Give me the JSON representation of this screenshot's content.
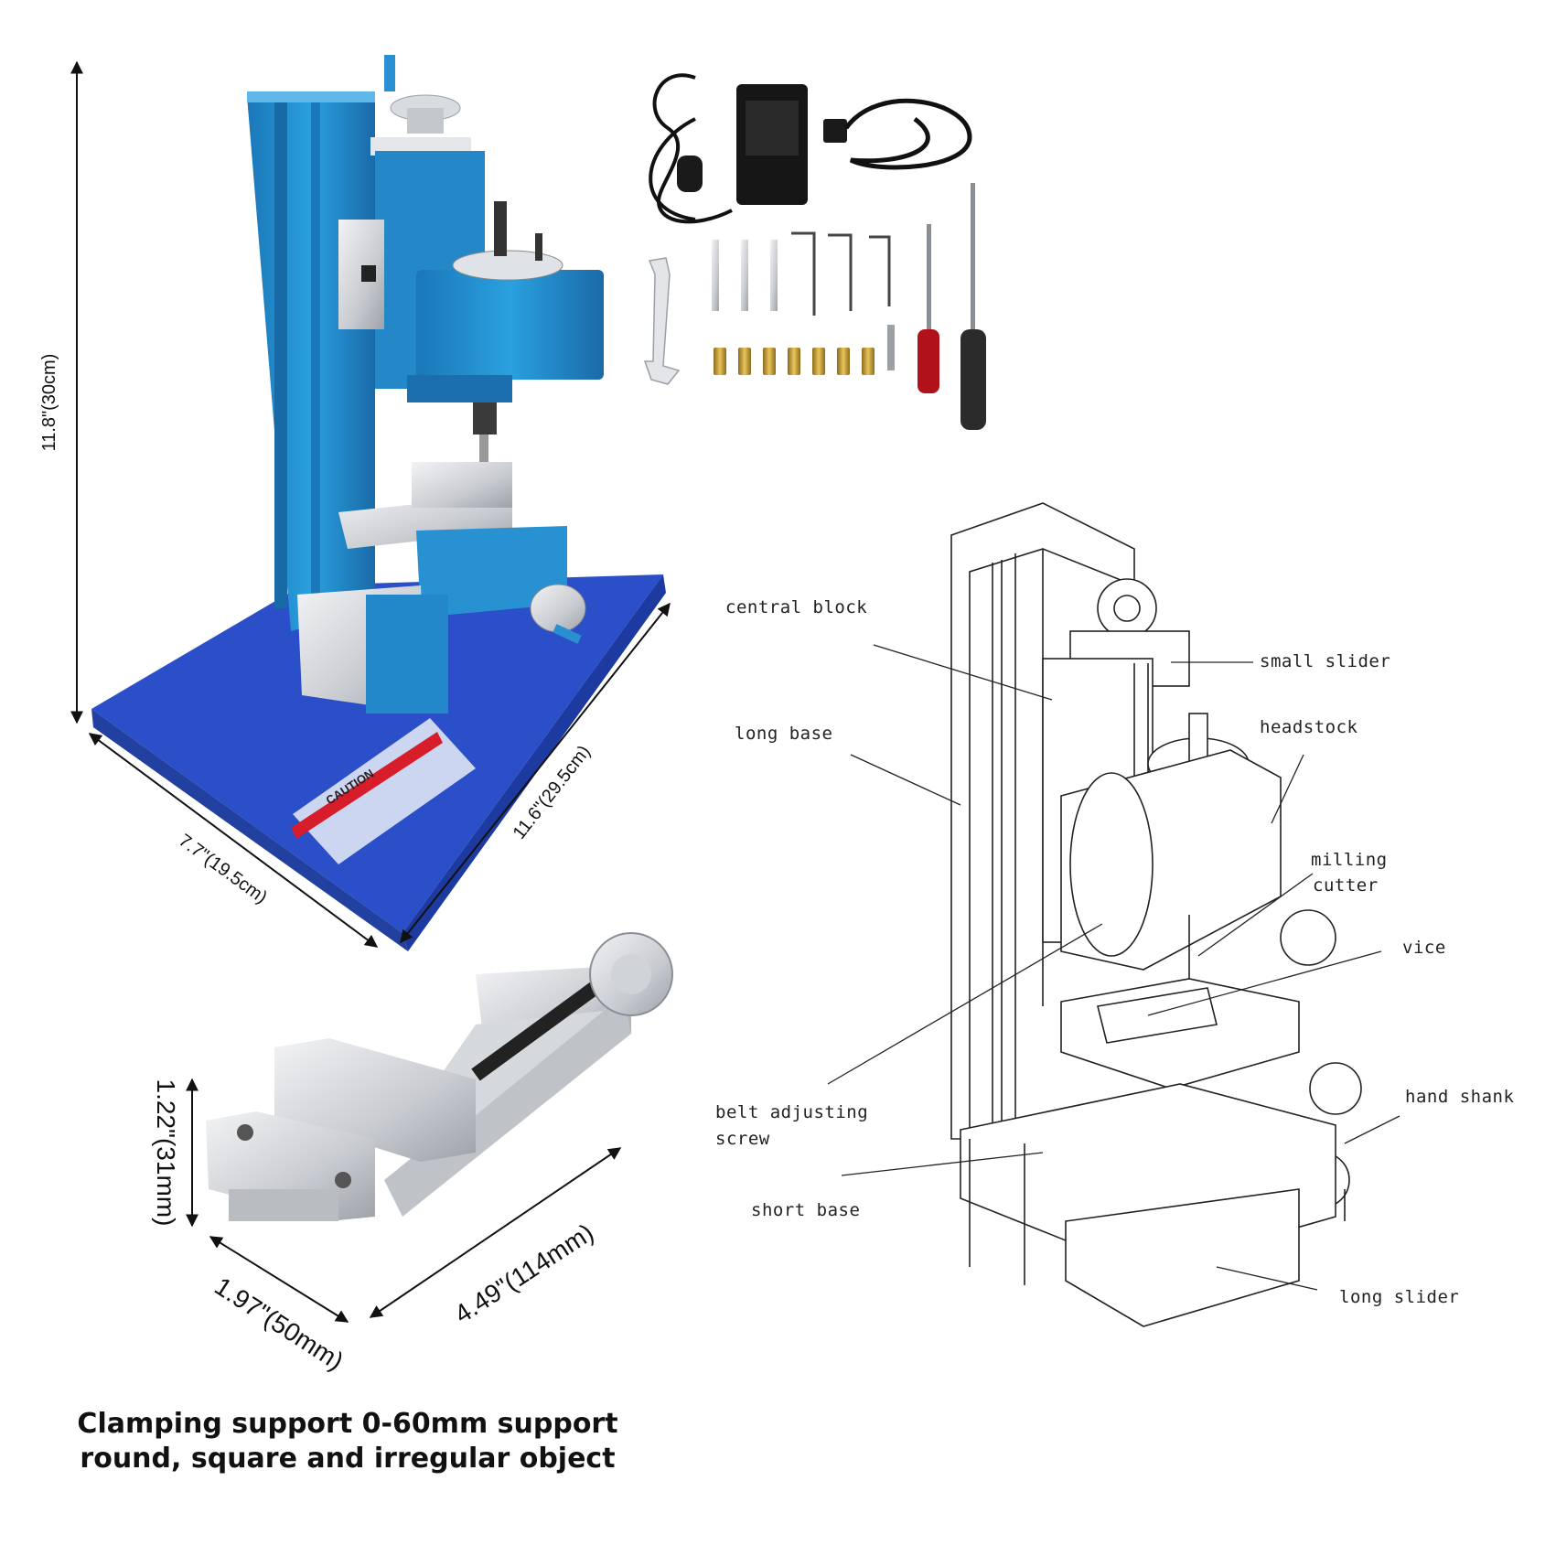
{
  "dimensions": {
    "height": "11.8\"(30cm)",
    "width": "7.7\"(19.5cm)",
    "depth": "11.6\"(29.5cm)",
    "vise_height": "1.22\"(31mm)",
    "vise_width": "1.97\"(50mm)",
    "vise_length": "4.49\"(114mm)"
  },
  "caution_label": "CAUTION",
  "callouts": {
    "central_block": "central block",
    "small_slider": "small slider",
    "long_base": "long base",
    "headstock": "headstock",
    "milling_cutter_1": "milling",
    "milling_cutter_2": "cutter",
    "vice": "vice",
    "belt_adjusting_1": "belt adjusting",
    "belt_adjusting_2": "screw",
    "hand_shank": "hand shank",
    "short_base": "short base",
    "long_slider": "long slider"
  },
  "caption": {
    "line1": "Clamping support 0-60mm support",
    "line2": "round, square and irregular object"
  },
  "colors": {
    "machine_blue": "#1f8fd0",
    "base_blue": "#2a4fc8",
    "aluminum": "#c9ccd0",
    "brass": "#c9a23c",
    "red_handle": "#b1121a"
  }
}
